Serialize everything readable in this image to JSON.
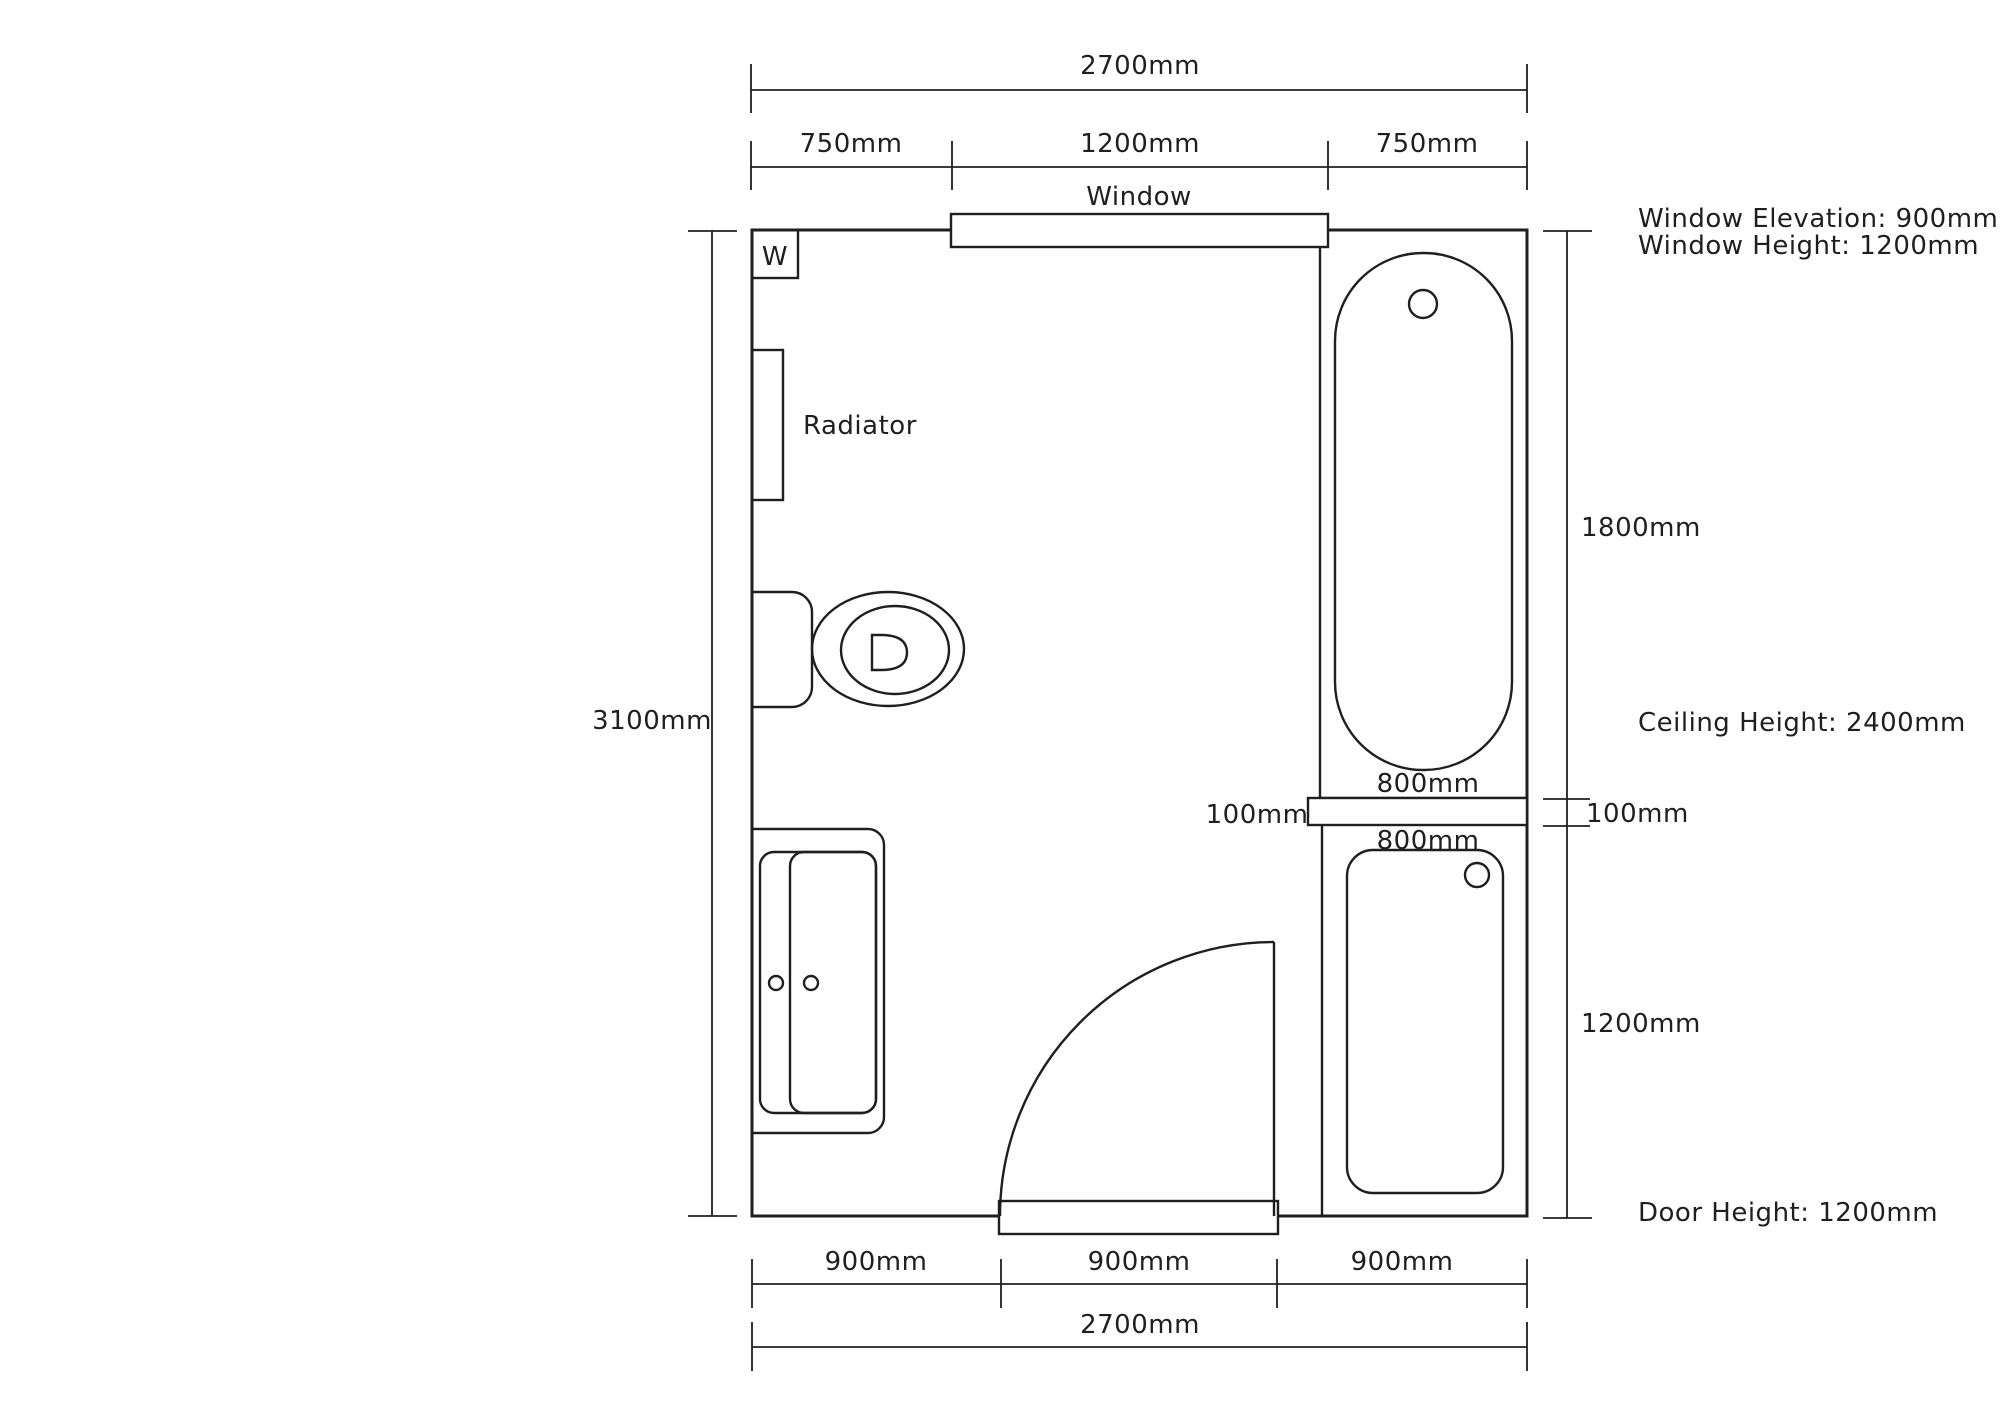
{
  "dims": {
    "top_total": "2700mm",
    "top_segments": [
      "750mm",
      "1200mm",
      "750mm"
    ],
    "left_height": "3100mm",
    "right_bath_length": "1800mm",
    "right_gap": "100mm",
    "right_shower_length": "1200mm",
    "gap_left": "100mm",
    "bath_width": "800mm",
    "shower_width": "800mm",
    "bottom_segments": [
      "900mm",
      "900mm",
      "900mm"
    ],
    "bottom_total": "2700mm"
  },
  "labels": {
    "window": "Window",
    "radiator": "Radiator",
    "water_marker": "W"
  },
  "annotations": {
    "window_elevation": "Window Elevation: 900mm",
    "window_height": "Window Height: 1200mm",
    "ceiling_height": "Ceiling Height: 2400mm",
    "door_height": "Door Height: 1200mm"
  },
  "colors": {
    "line": "#1f1f1f",
    "background": "#ffffff"
  }
}
